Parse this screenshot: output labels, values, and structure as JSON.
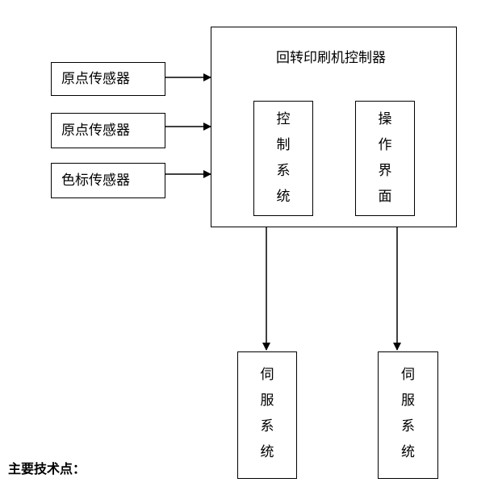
{
  "controller": {
    "title": "回转印刷机控制器",
    "control_system": [
      "控",
      "制",
      "系",
      "统"
    ],
    "operation_interface": [
      "操",
      "作",
      "界",
      "面"
    ]
  },
  "sensors": [
    {
      "label": "原点传感器"
    },
    {
      "label": "原点传感器"
    },
    {
      "label": "色标传感器"
    }
  ],
  "servos": [
    {
      "chars": [
        "伺",
        "服",
        "系",
        "统"
      ]
    },
    {
      "chars": [
        "伺",
        "服",
        "系",
        "统"
      ]
    }
  ],
  "footer": {
    "text": "主要技术点："
  }
}
